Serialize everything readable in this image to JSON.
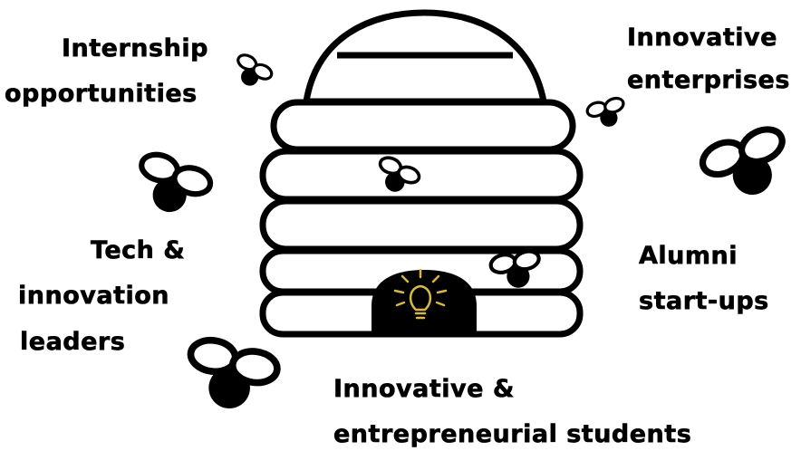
{
  "labels": {
    "internship_line1": "Internship",
    "internship_line2": "opportunities",
    "enterprises_line1": "Innovative",
    "enterprises_line2": "enterprises",
    "tech_line1": "Tech &",
    "tech_line2": "innovation",
    "tech_line3": "leaders",
    "alumni_line1": "Alumni",
    "alumni_line2": "start-ups",
    "students_line1": "Innovative &",
    "students_line2": "entrepreneurial students"
  },
  "icons": {
    "hive": "beehive-icon",
    "bee": "bee-icon",
    "bulb": "lightbulb-icon"
  },
  "colors": {
    "ink": "#000000",
    "background": "#ffffff",
    "bulb": "#d8b93a"
  }
}
